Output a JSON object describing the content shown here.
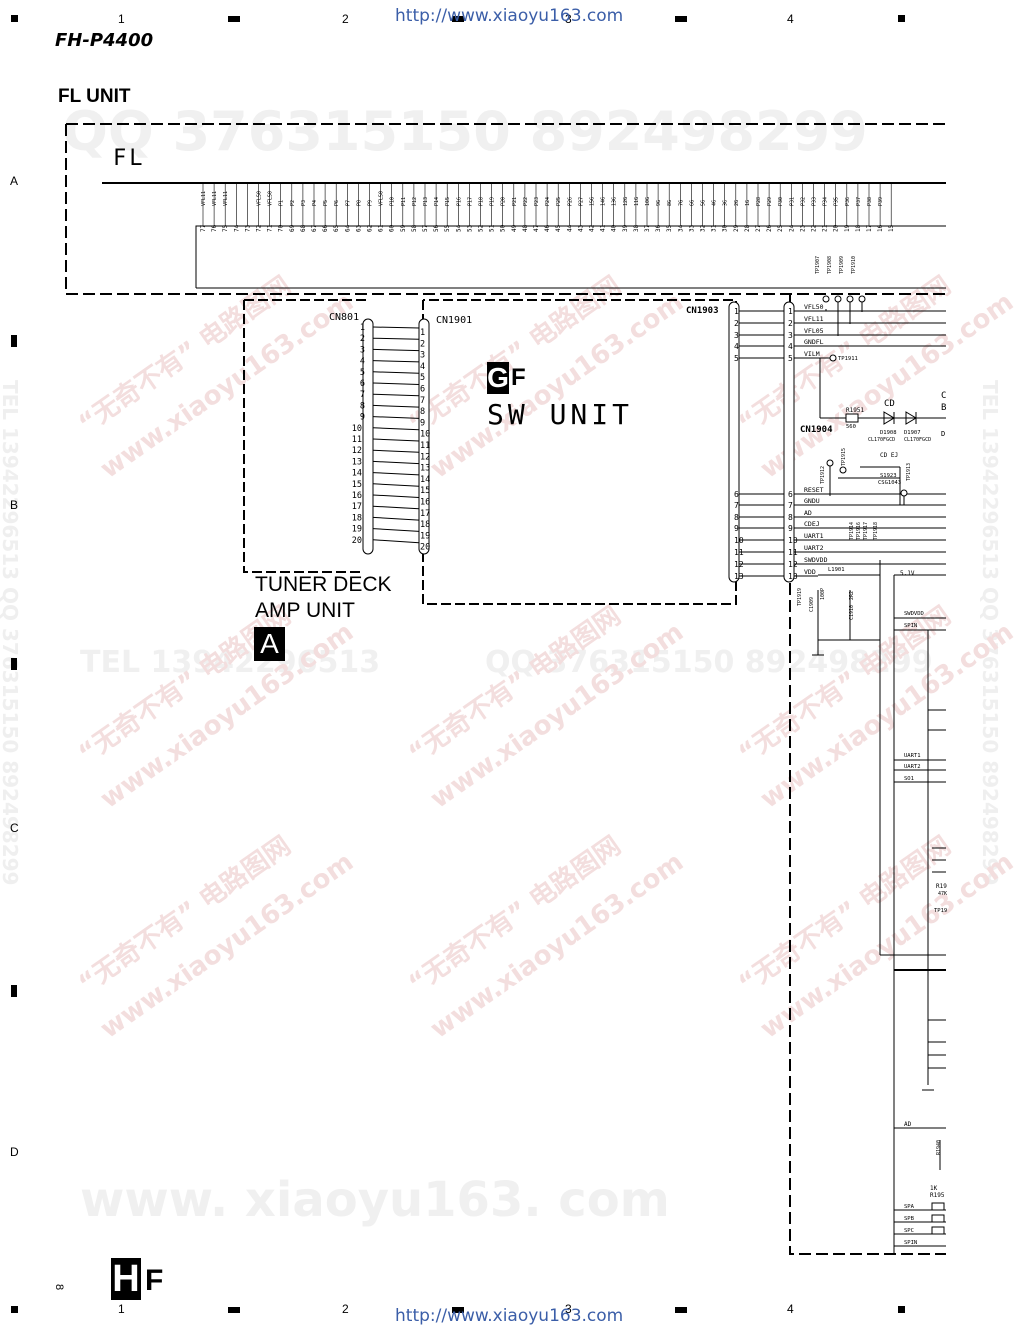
{
  "header": {
    "model": "FH-P4400",
    "page_number": "8",
    "url_top": "http://www.xiaoyu163.com",
    "url_bottom": "http://www.xiaoyu163.com"
  },
  "ruler": {
    "columns": [
      "1",
      "2",
      "3",
      "4"
    ],
    "rows": [
      "A",
      "B",
      "C",
      "D"
    ]
  },
  "watermarks": {
    "qq_top": "QQ 376315150  892498299",
    "tel_mid": "TEL 13942296513",
    "qq_mid": "QQ 376315150  892498299",
    "site_bottom": "www. xiaoyu163. com",
    "side_left": "TEL 13942296513  QQ 376315150 892498299",
    "side_right": "TEL 13942296513  QQ 376315150 892498299",
    "diag": [
      "“无奇不有” 电路图网",
      "www.xiaoyu163.com"
    ]
  },
  "fl_unit": {
    "title": "FL UNIT",
    "panel_label": "FL",
    "pin_labels": [
      "VFL11",
      "VFL11",
      "VFL11",
      "",
      "",
      "VFL50",
      "VFL50",
      "P1",
      "P2",
      "P3",
      "P4",
      "P5",
      "P6",
      "P7",
      "P8",
      "P9",
      "VFL50",
      "P10",
      "P11",
      "P12",
      "P13",
      "P14",
      "P15",
      "P16",
      "P17",
      "P18",
      "P19",
      "P20",
      "P21",
      "P22",
      "P23",
      "P24",
      "P25",
      "P26",
      "P27",
      "15G",
      "14G",
      "13G",
      "12G",
      "11G",
      "10G",
      "9G",
      "8G",
      "7G",
      "6G",
      "5G",
      "4G",
      "3G",
      "2G",
      "1G",
      "P28",
      "P29",
      "P30",
      "P31",
      "P32",
      "P33",
      "P34",
      "P35",
      "P36",
      "P37",
      "P38",
      "P39"
    ],
    "pin_numbers": [
      "77",
      "76",
      "75",
      "74",
      "73",
      "72",
      "71",
      "70",
      "69",
      "68",
      "67",
      "66",
      "65",
      "64",
      "63",
      "62",
      "61",
      "60",
      "59",
      "58",
      "57",
      "56",
      "55",
      "54",
      "53",
      "52",
      "51",
      "50",
      "49",
      "48",
      "47",
      "46",
      "45",
      "44",
      "43",
      "42",
      "41",
      "40",
      "39",
      "38",
      "37",
      "36",
      "35",
      "34",
      "33",
      "32",
      "31",
      "30",
      "29",
      "28",
      "27",
      "26",
      "25",
      "24",
      "23",
      "22",
      "21",
      "20",
      "19",
      "18",
      "17",
      "16",
      "15"
    ]
  },
  "tuner": {
    "connector": "CN801",
    "pins": [
      "1",
      "2",
      "3",
      "4",
      "5",
      "6",
      "7",
      "8",
      "9",
      "10",
      "11",
      "12",
      "13",
      "14",
      "15",
      "16",
      "17",
      "18",
      "19",
      "20"
    ],
    "label_line1": "TUNER DECK",
    "label_line2": "AMP UNIT",
    "badge": "A"
  },
  "sw_unit": {
    "connector_left": "CN1901",
    "connector_right": "CN1903",
    "badge_letter": "G",
    "badge_suffix": "F",
    "label": "SW UNIT",
    "pins": [
      "1",
      "2",
      "3",
      "4",
      "5",
      "6",
      "7",
      "8",
      "9",
      "10",
      "11",
      "12",
      "13",
      "14",
      "15",
      "16",
      "17",
      "18",
      "19",
      "20"
    ],
    "right_pins": [
      "1",
      "2",
      "3",
      "4",
      "5",
      "6",
      "7",
      "8",
      "9",
      "10",
      "11",
      "12",
      "13"
    ]
  },
  "cn1904": {
    "connector": "CN1904",
    "pins": [
      "1",
      "2",
      "3",
      "4",
      "5",
      "6",
      "7",
      "8",
      "9",
      "10",
      "11",
      "12",
      "13"
    ],
    "signals": [
      "VFL50",
      "VFL11",
      "VFL05",
      "GNDFL",
      "VILM",
      "RESET",
      "GNDU",
      "AD",
      "CDEJ",
      "UART1",
      "UART2",
      "SWDVDD",
      "VDD"
    ],
    "test_points_top": [
      "TP1907",
      "TP1908",
      "TP1909",
      "TP1910"
    ],
    "tp_vilm": "TP1911",
    "tp_mid": [
      "TP1912",
      "TP1915",
      "TP1913"
    ],
    "tp_lower": [
      "TP1914",
      "TP1916",
      "TP1917",
      "TP1918"
    ],
    "tp_bottom": "TP1919"
  },
  "components": {
    "r1951": "R1951",
    "r1951_value": "560",
    "cd_label": "CD",
    "d1908": "D1908",
    "d1908_part": "CL170FGCD",
    "d1907": "D1907",
    "d1907_part": "CL170FGCD",
    "cut_c": "C",
    "cut_b": "B",
    "cut_d": "D",
    "cdej_label": "CD EJ",
    "s1923": "S1923",
    "s1923_part": "CSG1043",
    "l1901": "L1901",
    "c1909": "C1909",
    "c1909_value": "100P",
    "c1910": "C1910",
    "c1910_value": "2R2",
    "v51": "5.1V",
    "swdvdd": "SWDVDD",
    "spin": "SPIN",
    "uart1": "UART1",
    "uart2": "UART2",
    "so1": "SO1",
    "r19": "R19",
    "r19_value": "47K",
    "tp19": "TP19",
    "ad": "AD",
    "r1940": "R1940",
    "k1": "1K",
    "r195": "R195",
    "spa": "SPA",
    "spb": "SPB",
    "spc": "SPC",
    "spin2": "SPIN"
  },
  "footer": {
    "badge_letter": "H",
    "badge_suffix": "F"
  }
}
